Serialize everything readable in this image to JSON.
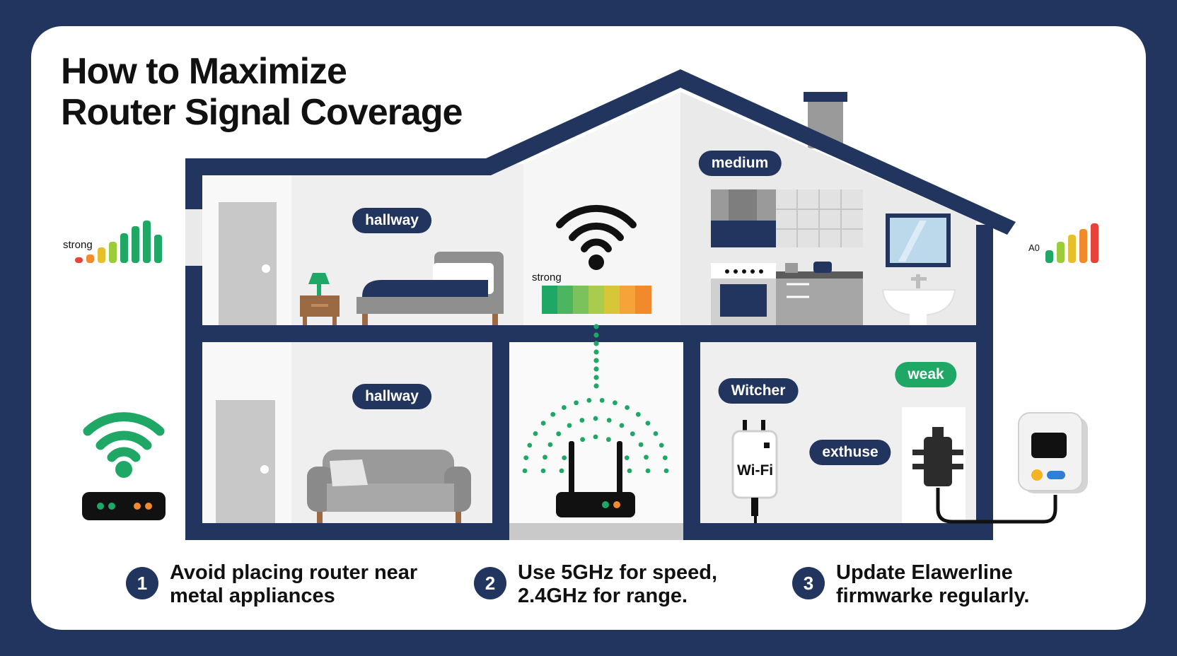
{
  "title": {
    "line1": "How to Maximize",
    "line2": "Router Signal Coverage"
  },
  "labels": {
    "hallway_upper": "hallway",
    "hallway_lower": "hallway",
    "medium": "medium",
    "weak": "weak",
    "witcher": "Witcher",
    "exthuse": "exthuse",
    "strong_left": "strong",
    "strong_center": "strong",
    "right_signal": "A0",
    "wifi_device": "Wi-Fi"
  },
  "signal": {
    "left_bar_colors": [
      "#e8433b",
      "#f08a2c",
      "#e6c02a",
      "#9ccc3a",
      "#1fa865",
      "#1fa865",
      "#1fa865",
      "#1fa865"
    ],
    "center_bar_colors": [
      "#1fa865",
      "#4bb562",
      "#7cc25c",
      "#a9cc4f",
      "#d8c63a",
      "#f5a43a",
      "#f08a2c"
    ],
    "right_bar_colors": [
      "#1fa865",
      "#9ccc3a",
      "#e6c02a",
      "#f08a2c",
      "#e8433b"
    ]
  },
  "tips": [
    {
      "number": "1",
      "line1": "Avoid placing router near",
      "line2": "metal appliances"
    },
    {
      "number": "2",
      "line1": "Use 5GHz for speed,",
      "line2": "2.4GHz for range."
    },
    {
      "number": "3",
      "line1": "Update Elawerline",
      "line2": "firmwarke regularly."
    }
  ],
  "colors": {
    "navy": "#21355f",
    "green": "#1fa865",
    "wall": "#efefef",
    "grey": "#8f8f8f"
  },
  "icons": [
    "wifi-icon",
    "router-icon",
    "bed-icon",
    "sofa-icon",
    "door-icon",
    "lamp-icon",
    "stove-icon",
    "sink-icon",
    "mirror-icon",
    "chimney-icon",
    "extender-icon",
    "powerline-adapter-icon",
    "smart-meter-icon"
  ]
}
